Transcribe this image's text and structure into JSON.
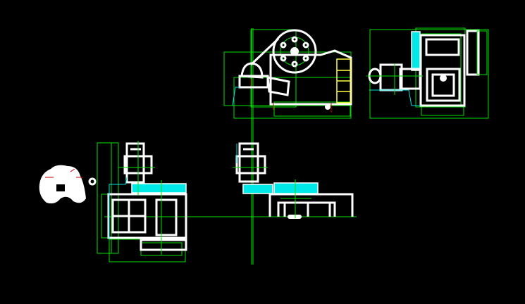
{
  "drawing": {
    "background": "#000000",
    "colors": {
      "outline": "#ffffff",
      "construction": "#00e000",
      "highlight": "#00e8e8",
      "accent": "#ffff40",
      "marker": "#c00000"
    },
    "views": [
      "front-elevation",
      "side-elevation",
      "plan-view-left",
      "plan-view-right",
      "detail-blob"
    ]
  }
}
